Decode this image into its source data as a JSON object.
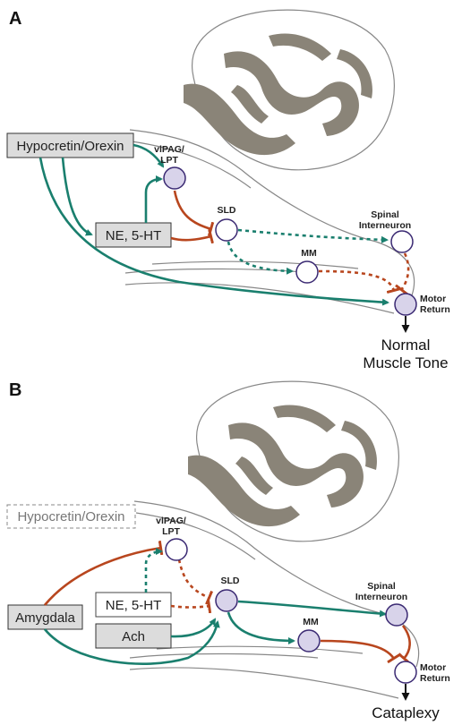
{
  "colors": {
    "excitatory": "#1a7f6e",
    "inhibitory": "#b8461e",
    "node_fill_active": "#d8d3ea",
    "node_stroke": "#3b2a73",
    "box_fill": "#dcdcdc",
    "brain_fill": "#8a8478"
  },
  "panel_a": {
    "label": "A",
    "source_box": "Hypocretin/Orexin",
    "ne_box": "NE, 5-HT",
    "vlpag_line1": "vlPAG/",
    "vlpag_line2": "LPT",
    "sld": "SLD",
    "spinal_line1": "Spinal",
    "spinal_line2": "Interneuron",
    "mm": "MM",
    "motor_line1": "Motor",
    "motor_line2": "Return",
    "outcome_line1": "Normal",
    "outcome_line2": "Muscle Tone"
  },
  "panel_b": {
    "label": "B",
    "source_box": "Hypocretin/Orexin",
    "amygdala_box": "Amygdala",
    "ne_box": "NE, 5-HT",
    "ach_box": "Ach",
    "vlpag_line1": "vlPAG/",
    "vlpag_line2": "LPT",
    "sld": "SLD",
    "spinal_line1": "Spinal",
    "spinal_line2": "Interneuron",
    "mm": "MM",
    "motor_line1": "Motor",
    "motor_line2": "Return",
    "outcome": "Cataplexy"
  }
}
